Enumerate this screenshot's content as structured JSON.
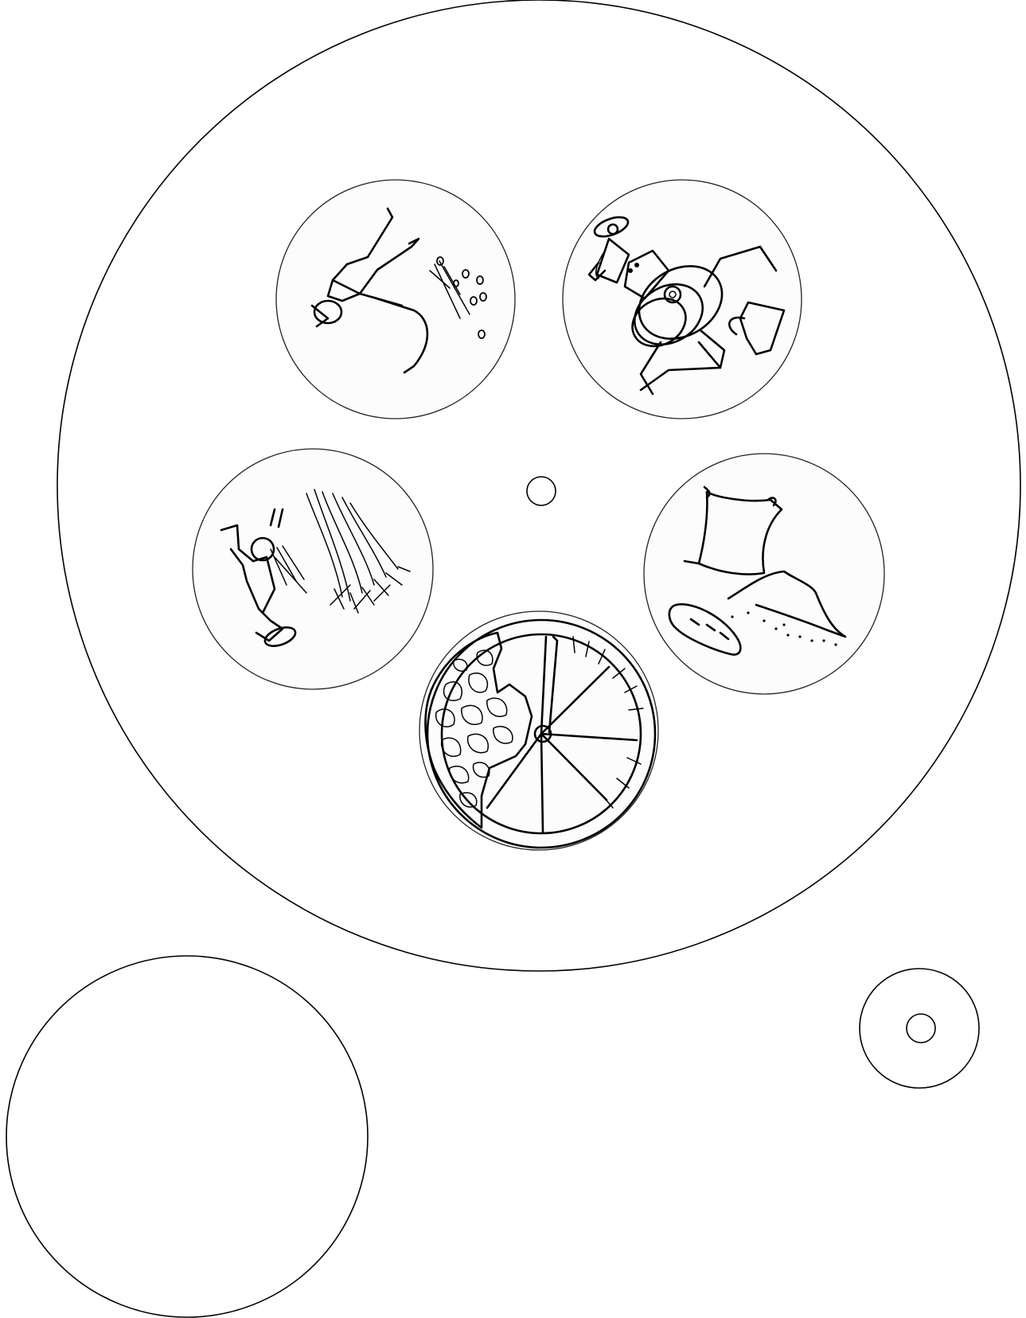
{
  "figure": {
    "kind": "cut-out wheel template",
    "parts": [
      {
        "part": "large-disc",
        "has_center_hole": true
      },
      {
        "part": "blank-disc"
      },
      {
        "part": "small-disc",
        "has_center_hole": true
      }
    ]
  },
  "pictures": [
    {
      "id": "sowing",
      "icon": "farmer-sowing-seeds-icon"
    },
    {
      "id": "milling",
      "icon": "miller-grinding-grain-icon"
    },
    {
      "id": "products",
      "icon": "flour-sack-and-bread-icon"
    },
    {
      "id": "mill-wheel",
      "icon": "water-mill-wheel-icon"
    },
    {
      "id": "harvest",
      "icon": "farmer-harvesting-wheat-icon"
    }
  ]
}
